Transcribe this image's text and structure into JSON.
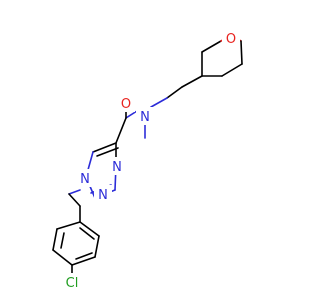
{
  "atoms": {
    "o_carbonyl": {
      "label": "O",
      "color": "#e8231f"
    },
    "n_amide": {
      "label": "N",
      "color": "#2c2cd8"
    },
    "o_ring": {
      "label": "O",
      "color": "#e8231f"
    },
    "n1": {
      "label": "N",
      "color": "#2c2cd8"
    },
    "n2": {
      "label": "N",
      "color": "#2c2cd8"
    },
    "n3": {
      "label": "N",
      "color": "#2c2cd8"
    },
    "cl": {
      "label": "Cl",
      "color": "#1f9d1f"
    }
  }
}
